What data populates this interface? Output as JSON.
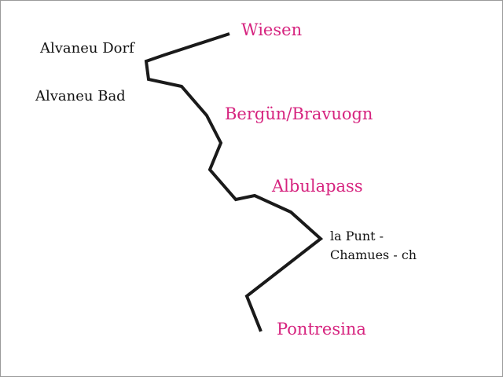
{
  "colors": {
    "major_station": "#d6247f",
    "minor_station": "#111111",
    "route_line": "#1a1a1a"
  },
  "stations": {
    "wiesen": "Wiesen",
    "alvaneu_dorf": "Alvaneu Dorf",
    "alvaneu_bad": "Alvaneu Bad",
    "bergun": "Bergün/Bravuogn",
    "albulapass": "Albulapass",
    "la_punt_line1": "la Punt -",
    "la_punt_line2": "Chamues - ch",
    "pontresina": "Pontresina"
  }
}
